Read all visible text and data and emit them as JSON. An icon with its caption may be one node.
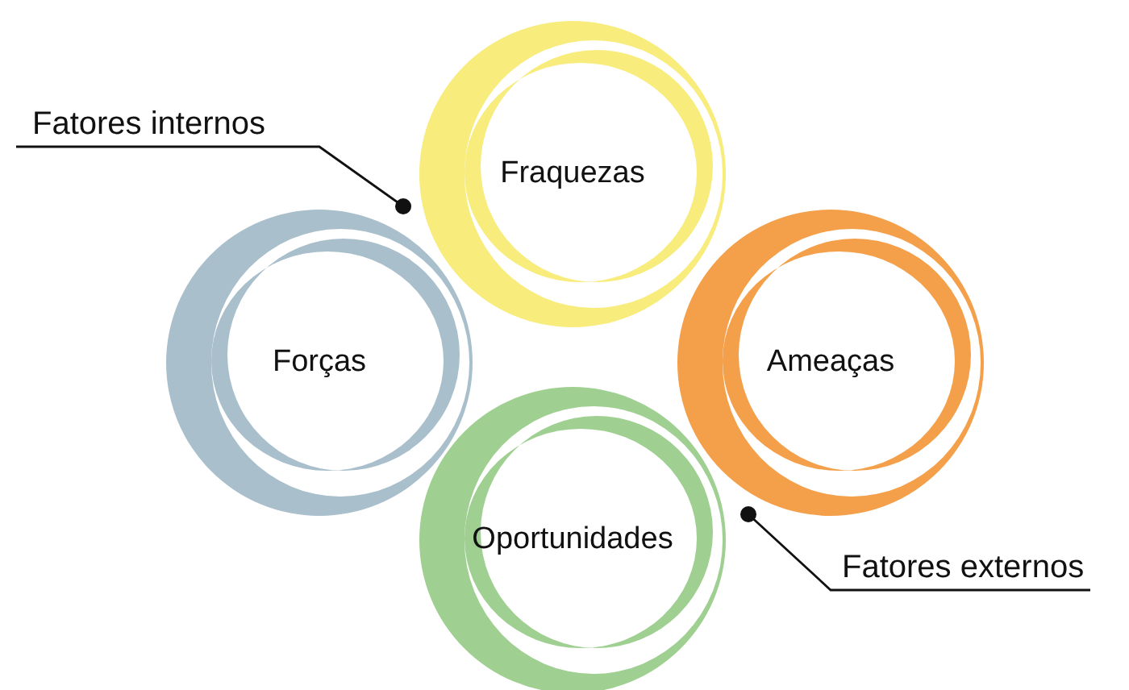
{
  "diagram": {
    "nodes": [
      {
        "text": [
          "Fraquezas"
        ]
      },
      {
        "text": [
          "Forças"
        ]
      },
      {
        "text": [
          "Ameaças"
        ]
      },
      {
        "text": [
          "Oportunidades"
        ]
      },
      {
        "text": [
          "Fatores internos"
        ]
      },
      {
        "text": [
          "Fatores externos"
        ]
      }
    ],
    "edges": [
      {
        "from": 4,
        "to": 0,
        "arrow": "other"
      },
      {
        "from": 5,
        "to": 3,
        "arrow": "other"
      }
    ]
  }
}
